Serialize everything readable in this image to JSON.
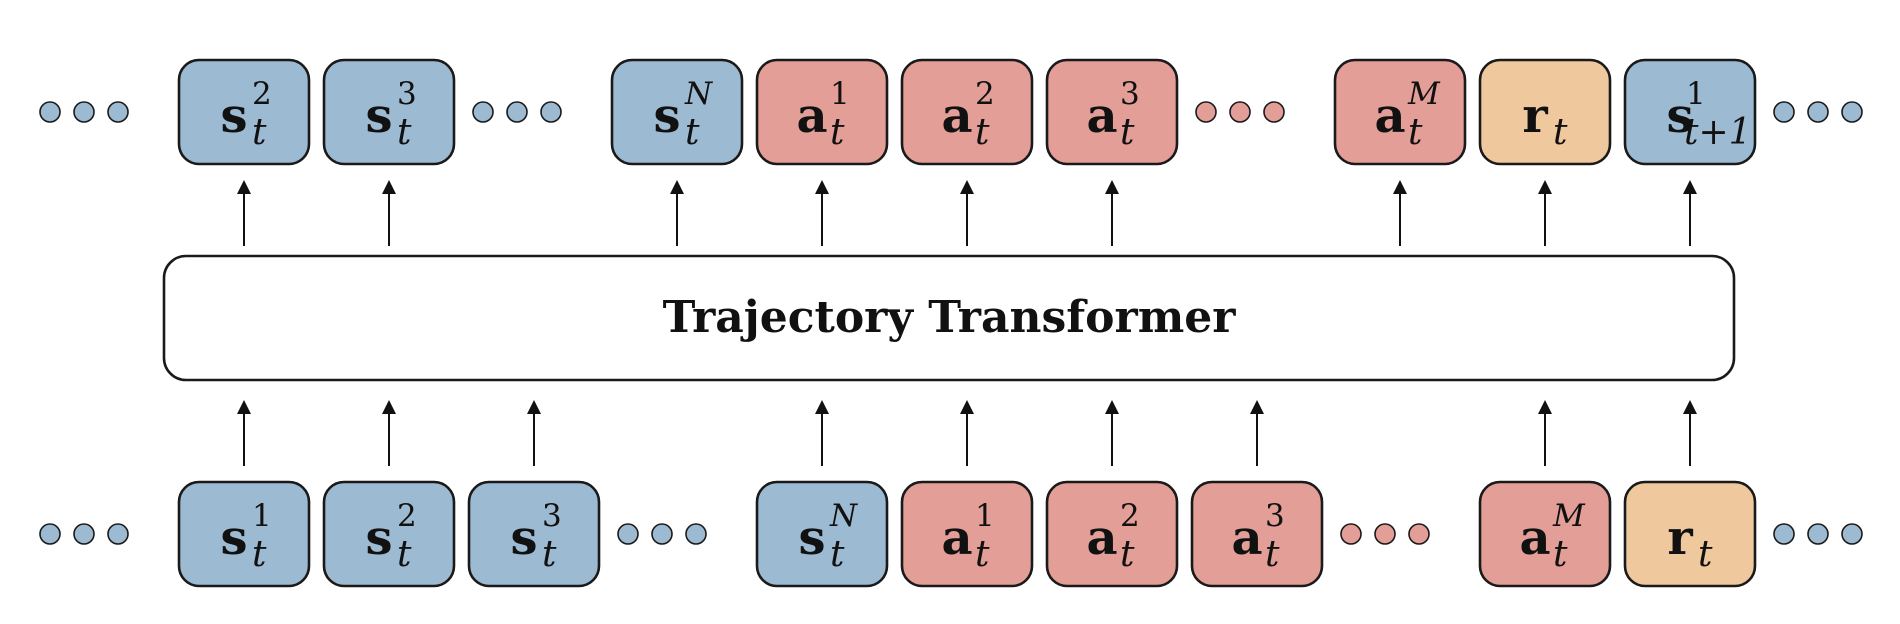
{
  "colors": {
    "state": "#9dbad3",
    "action": "#e29e97",
    "reward": "#efc89d",
    "outline": "#1a1a1a"
  },
  "transformer": {
    "label": "Trajectory Transformer"
  },
  "rows": {
    "output": [
      {
        "kind": "dots",
        "color": "state"
      },
      {
        "kind": "token",
        "type": "state",
        "base": "s",
        "sub": "t",
        "sup": "2",
        "arrow": true
      },
      {
        "kind": "token",
        "type": "state",
        "base": "s",
        "sub": "t",
        "sup": "3",
        "arrow": true
      },
      {
        "kind": "dots",
        "color": "state"
      },
      {
        "kind": "token",
        "type": "state",
        "base": "s",
        "sub": "t",
        "sup": "N",
        "arrow": true
      },
      {
        "kind": "token",
        "type": "action",
        "base": "a",
        "sub": "t",
        "sup": "1",
        "arrow": true
      },
      {
        "kind": "token",
        "type": "action",
        "base": "a",
        "sub": "t",
        "sup": "2",
        "arrow": true
      },
      {
        "kind": "token",
        "type": "action",
        "base": "a",
        "sub": "t",
        "sup": "3",
        "arrow": true
      },
      {
        "kind": "dots",
        "color": "action"
      },
      {
        "kind": "token",
        "type": "action",
        "base": "a",
        "sub": "t",
        "sup": "M",
        "arrow": true
      },
      {
        "kind": "token",
        "type": "reward",
        "base": "r",
        "sub": "t",
        "sup": "",
        "arrow": true
      },
      {
        "kind": "token",
        "type": "state",
        "base": "s",
        "sub": "t+1",
        "sup": "1",
        "arrow": true
      },
      {
        "kind": "dots",
        "color": "state"
      }
    ],
    "input": [
      {
        "kind": "dots",
        "color": "state"
      },
      {
        "kind": "token",
        "type": "state",
        "base": "s",
        "sub": "t",
        "sup": "1",
        "arrow": true
      },
      {
        "kind": "token",
        "type": "state",
        "base": "s",
        "sub": "t",
        "sup": "2",
        "arrow": true
      },
      {
        "kind": "token",
        "type": "state",
        "base": "s",
        "sub": "t",
        "sup": "3",
        "arrow": true
      },
      {
        "kind": "dots",
        "color": "state"
      },
      {
        "kind": "token",
        "type": "state",
        "base": "s",
        "sub": "t",
        "sup": "N",
        "arrow": true
      },
      {
        "kind": "token",
        "type": "action",
        "base": "a",
        "sub": "t",
        "sup": "1",
        "arrow": true
      },
      {
        "kind": "token",
        "type": "action",
        "base": "a",
        "sub": "t",
        "sup": "2",
        "arrow": true
      },
      {
        "kind": "token",
        "type": "action",
        "base": "a",
        "sub": "t",
        "sup": "3",
        "arrow": true
      },
      {
        "kind": "dots",
        "color": "action"
      },
      {
        "kind": "token",
        "type": "action",
        "base": "a",
        "sub": "t",
        "sup": "M",
        "arrow": true
      },
      {
        "kind": "token",
        "type": "reward",
        "base": "r",
        "sub": "t",
        "sup": "",
        "arrow": true
      },
      {
        "kind": "dots",
        "color": "state"
      }
    ]
  }
}
